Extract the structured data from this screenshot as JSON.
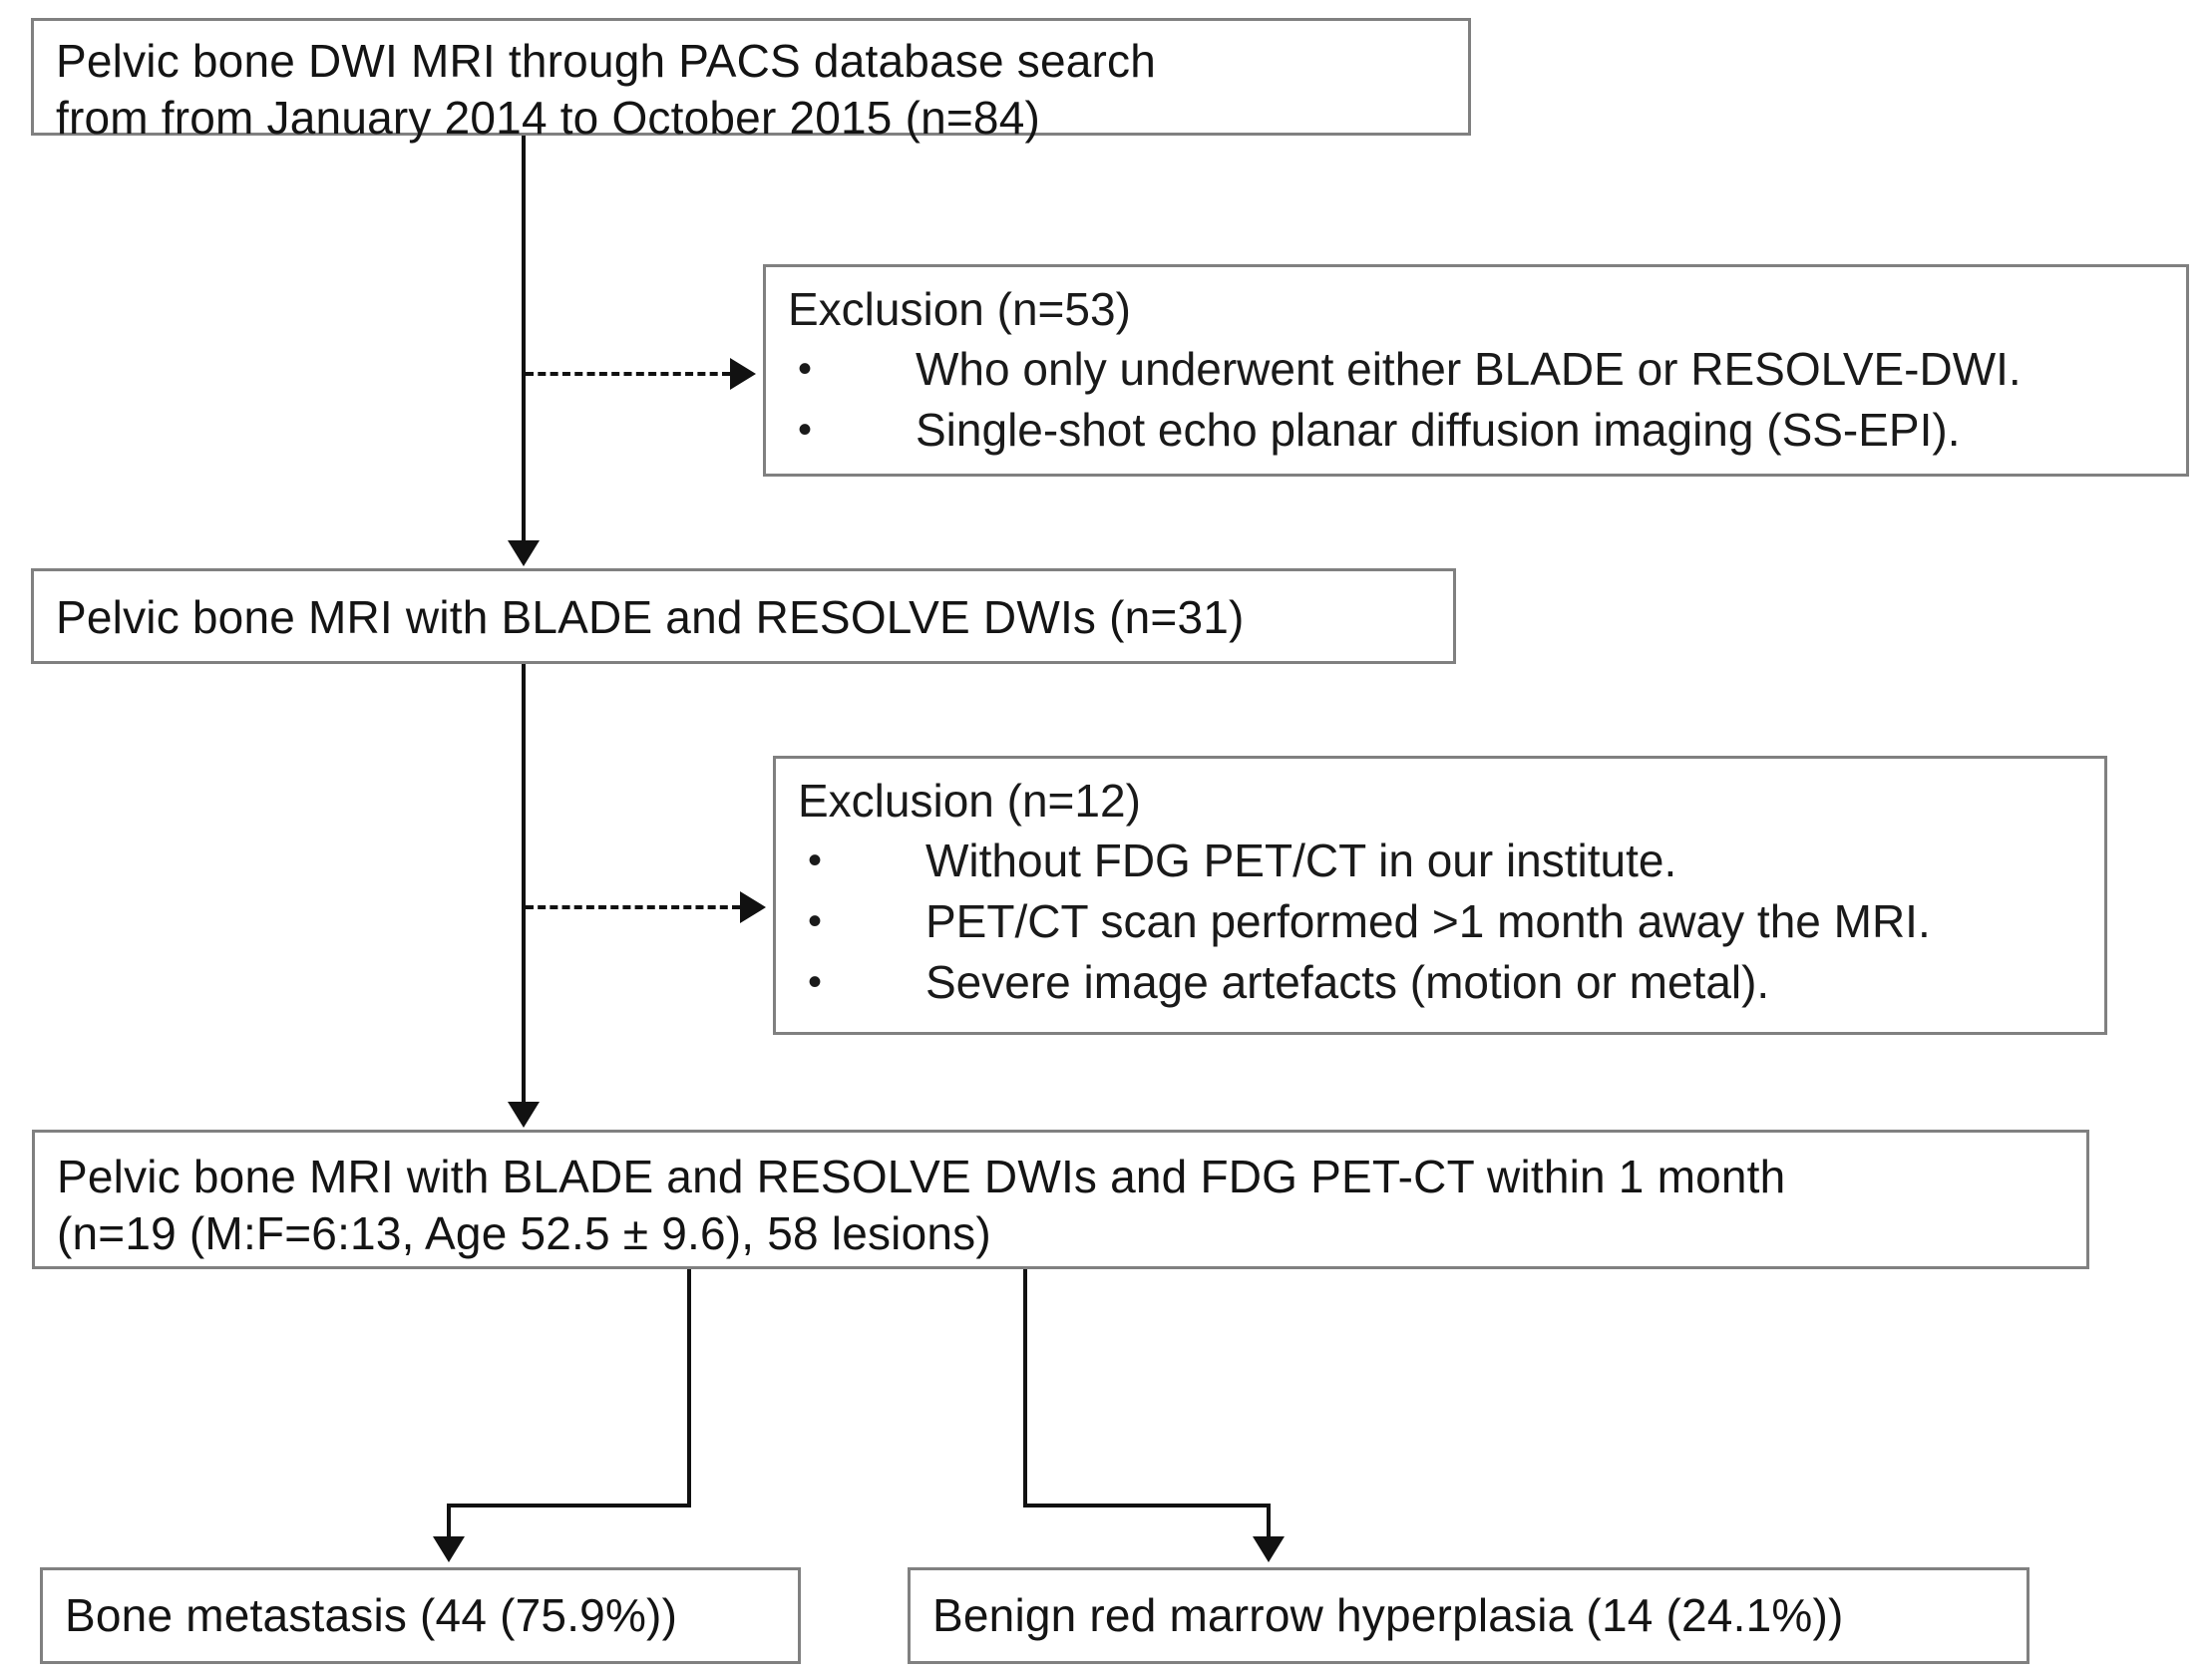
{
  "diagram": {
    "type": "flowchart",
    "title": "Patient selection flowchart",
    "nodes": {
      "source": {
        "line1": "Pelvic bone DWI MRI through PACS database search",
        "line2": "from from January 2014 to October 2015 (n=84)"
      },
      "exclusion_1": {
        "title": "Exclusion (n=53)",
        "items": [
          "Who only underwent either BLADE or RESOLVE-DWI.",
          "Single-shot echo planar diffusion imaging (SS-EPI)."
        ],
        "bullet": "•"
      },
      "blade_resolve": {
        "line1": "Pelvic bone MRI with BLADE and RESOLVE DWIs (n=31)"
      },
      "exclusion_2": {
        "title": "Exclusion (n=12)",
        "items": [
          "Without FDG PET/CT in our institute.",
          "PET/CT scan performed >1 month away the MRI.",
          "Severe image artefacts (motion or metal)."
        ],
        "bullet": "•"
      },
      "final_cohort": {
        "line1": "Pelvic bone MRI with BLADE and RESOLVE DWIs and FDG PET-CT within 1 month",
        "line2": "(n=19 (M:F=6:13, Age 52.5 ± 9.6), 58 lesions)"
      },
      "outcome_metastasis": {
        "line1": "Bone metastasis (44 (75.9%))"
      },
      "outcome_benign": {
        "line1": "Benign red marrow hyperplasia (14 (24.1%))"
      }
    },
    "colors": {
      "box_border": "#808080",
      "connector": "#111111",
      "text": "#141414",
      "background": "#ffffff"
    }
  }
}
